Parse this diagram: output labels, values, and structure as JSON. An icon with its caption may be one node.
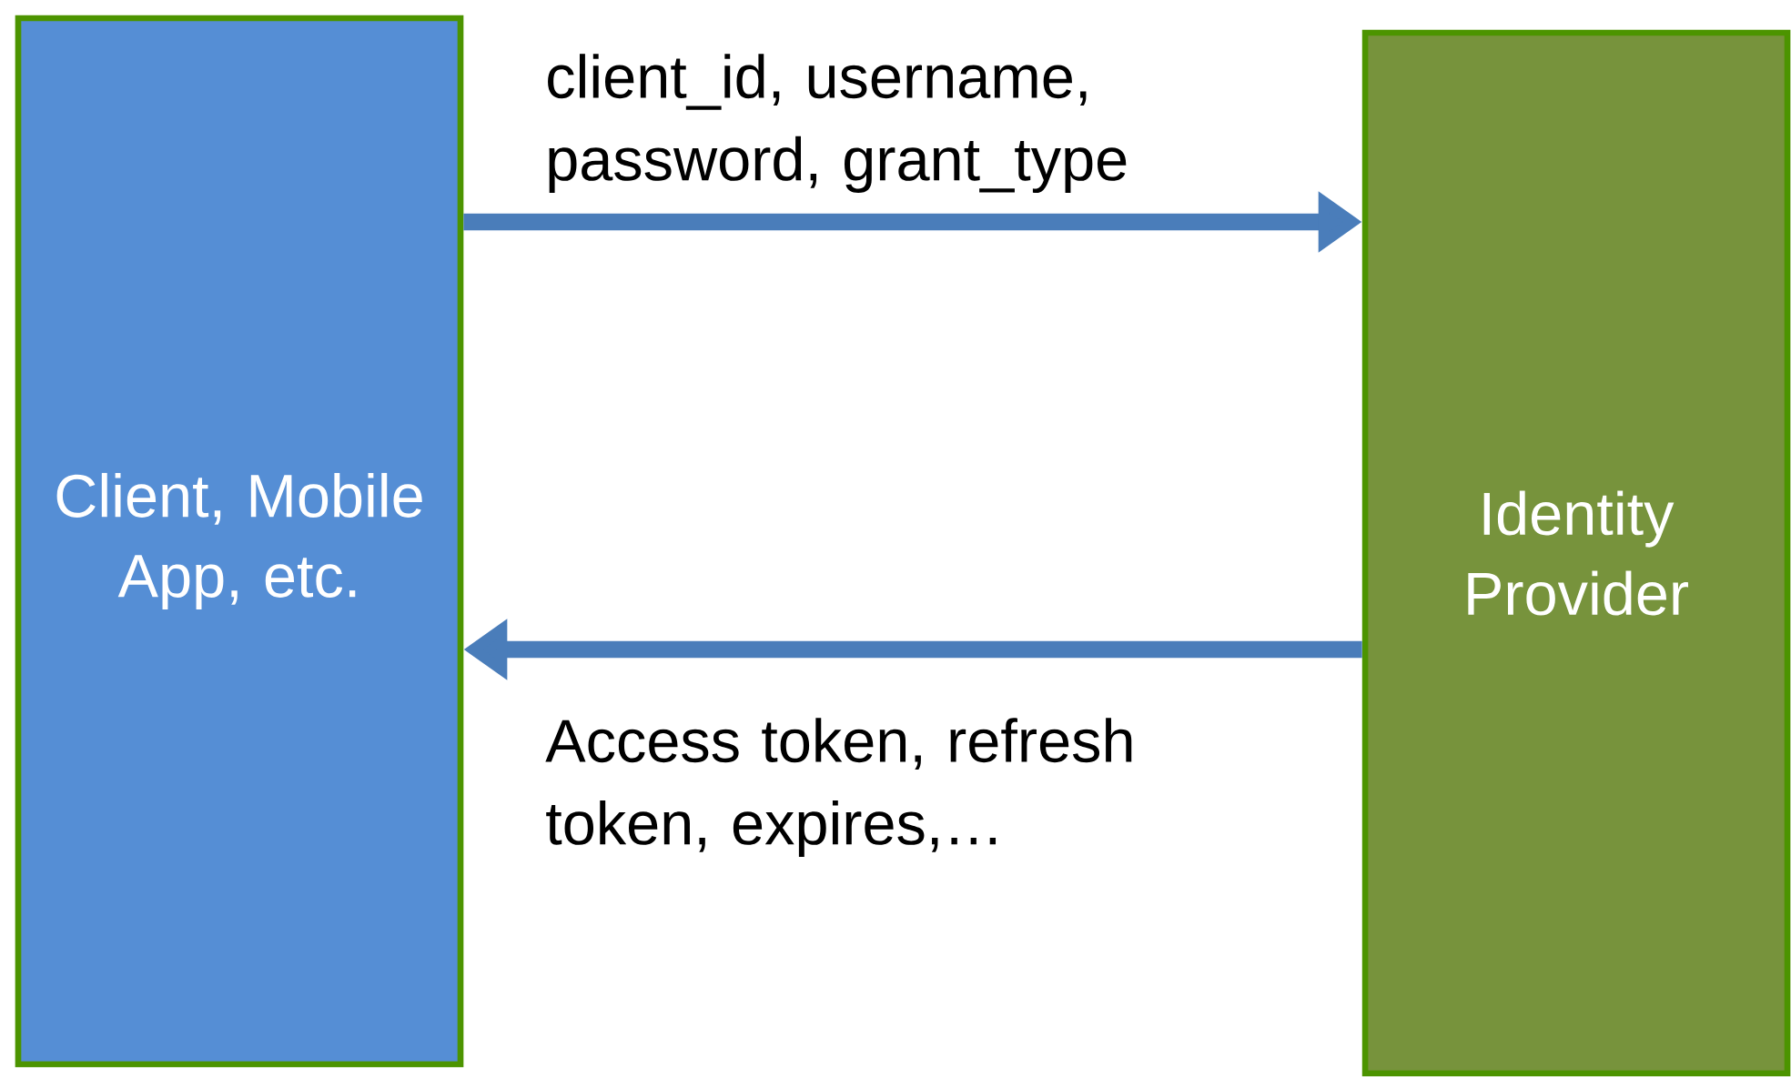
{
  "diagram": {
    "nodes": [
      {
        "text": [
          "Client, Mobile App, etc."
        ]
      },
      {
        "text": [
          "Identity Provider"
        ]
      }
    ],
    "edges": [
      {
        "from": 0,
        "to": 1,
        "arrow": "to",
        "label": "client_id, username, password, grant_type"
      },
      {
        "from": 1,
        "to": 0,
        "arrow": "to",
        "label": "Access token, refresh token, expires,…"
      }
    ]
  }
}
